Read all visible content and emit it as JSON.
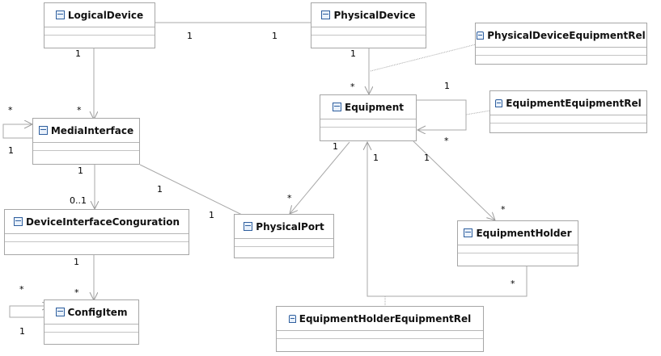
{
  "classes": {
    "logical_device": "LogicalDevice",
    "physical_device": "PhysicalDevice",
    "physical_device_equipment_rel": "PhysicalDeviceEquipmentRel",
    "equipment": "Equipment",
    "equipment_equipment_rel": "EquipmentEquipmentRel",
    "media_interface": "MediaInterface",
    "device_interface_conguration": "DeviceInterfaceConguration",
    "physical_port": "PhysicalPort",
    "equipment_holder": "EquipmentHolder",
    "config_item": "ConfigItem",
    "equipment_holder_equipment_rel": "EquipmentHolderEquipmentRel"
  },
  "multiplicities": {
    "ld_pd_left": "1",
    "ld_pd_right": "1",
    "ld_bottom": "1",
    "mi_top": "*",
    "pd_bottom": "1",
    "eq_top": "*",
    "self_eq_top": "1",
    "self_eq_bottom": "*",
    "self_mi_top": "*",
    "self_mi_bottom": "1",
    "mi_bottom": "1",
    "dic_top": "0..1",
    "mi_port": "1",
    "dic_port": "1",
    "eq_left": "1",
    "port_top": "*",
    "eq_mid": "1",
    "eq_right": "1",
    "holder_top": "*",
    "holder_bottom": "*",
    "dic_bottom": "1",
    "ci_top": "*",
    "self_ci_top": "*",
    "self_ci_bottom": "1"
  },
  "colors": {
    "line": "#a9a9a9",
    "border": "#a6a6a6",
    "icon": "#2f5f9e"
  }
}
